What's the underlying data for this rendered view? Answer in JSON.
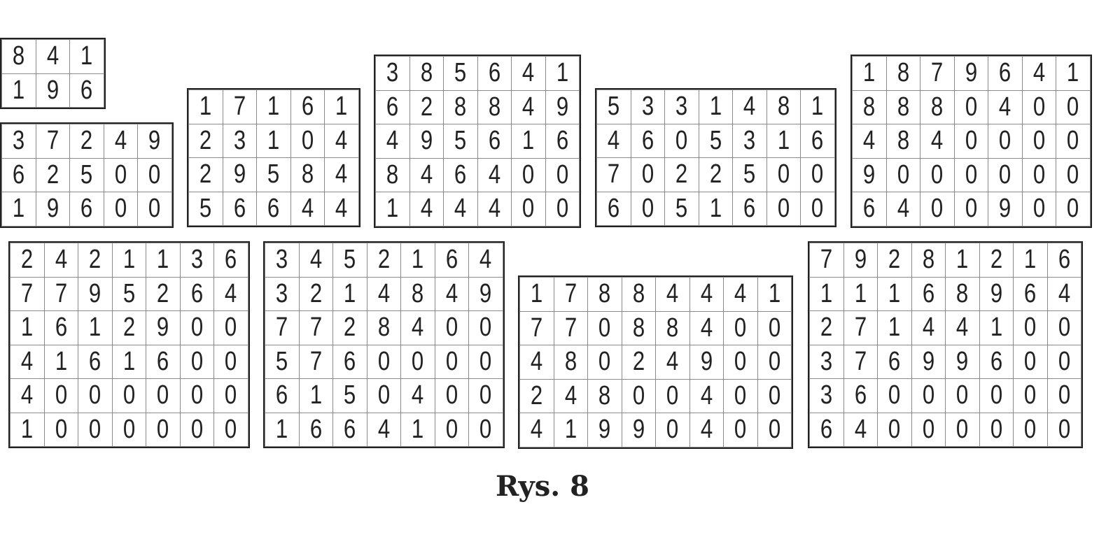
{
  "grids": [
    {
      "rows": [
        [
          8,
          4,
          1
        ],
        [
          1,
          9,
          6
        ]
      ]
    },
    {
      "rows": [
        [
          3,
          7,
          2,
          4,
          9
        ],
        [
          6,
          2,
          5,
          0,
          0
        ],
        [
          1,
          9,
          6,
          0,
          0
        ]
      ]
    },
    {
      "rows": [
        [
          1,
          7,
          1,
          6,
          1
        ],
        [
          2,
          3,
          1,
          0,
          4
        ],
        [
          2,
          9,
          5,
          8,
          4
        ],
        [
          5,
          6,
          6,
          4,
          4
        ]
      ]
    },
    {
      "rows": [
        [
          3,
          8,
          5,
          6,
          4,
          1
        ],
        [
          6,
          2,
          8,
          8,
          4,
          9
        ],
        [
          4,
          9,
          5,
          6,
          1,
          6
        ],
        [
          8,
          4,
          6,
          4,
          0,
          0
        ],
        [
          1,
          4,
          4,
          4,
          0,
          0
        ]
      ]
    },
    {
      "rows": [
        [
          5,
          3,
          3,
          1,
          4,
          8,
          1
        ],
        [
          4,
          6,
          0,
          5,
          3,
          1,
          6
        ],
        [
          7,
          0,
          2,
          2,
          5,
          0,
          0
        ],
        [
          6,
          0,
          5,
          1,
          6,
          0,
          0
        ]
      ]
    },
    {
      "rows": [
        [
          1,
          8,
          7,
          9,
          6,
          4,
          1
        ],
        [
          8,
          8,
          8,
          0,
          4,
          0,
          0
        ],
        [
          4,
          8,
          4,
          0,
          0,
          0,
          0
        ],
        [
          9,
          0,
          0,
          0,
          0,
          0,
          0
        ],
        [
          6,
          4,
          0,
          0,
          9,
          0,
          0
        ]
      ]
    },
    {
      "rows": [
        [
          2,
          4,
          2,
          1,
          1,
          3,
          6
        ],
        [
          7,
          7,
          9,
          5,
          2,
          6,
          4
        ],
        [
          1,
          6,
          1,
          2,
          9,
          0,
          0
        ],
        [
          4,
          1,
          6,
          1,
          6,
          0,
          0
        ],
        [
          4,
          0,
          0,
          0,
          0,
          0,
          0
        ],
        [
          1,
          0,
          0,
          0,
          0,
          0,
          0
        ]
      ]
    },
    {
      "rows": [
        [
          3,
          4,
          5,
          2,
          1,
          6,
          4
        ],
        [
          3,
          2,
          1,
          4,
          8,
          4,
          9
        ],
        [
          7,
          7,
          2,
          8,
          4,
          0,
          0
        ],
        [
          5,
          7,
          6,
          0,
          0,
          0,
          0
        ],
        [
          6,
          1,
          5,
          0,
          4,
          0,
          0
        ],
        [
          1,
          6,
          6,
          4,
          1,
          0,
          0
        ]
      ]
    },
    {
      "rows": [
        [
          1,
          7,
          8,
          8,
          4,
          4,
          4,
          1
        ],
        [
          7,
          7,
          0,
          8,
          8,
          4,
          0,
          0
        ],
        [
          4,
          8,
          0,
          2,
          4,
          9,
          0,
          0
        ],
        [
          2,
          4,
          8,
          0,
          0,
          4,
          0,
          0
        ],
        [
          4,
          1,
          9,
          9,
          0,
          4,
          0,
          0
        ]
      ]
    },
    {
      "rows": [
        [
          7,
          9,
          2,
          8,
          1,
          2,
          1,
          6
        ],
        [
          1,
          1,
          1,
          6,
          8,
          9,
          6,
          4
        ],
        [
          2,
          7,
          1,
          4,
          4,
          1,
          0,
          0
        ],
        [
          3,
          7,
          6,
          9,
          9,
          6,
          0,
          0
        ],
        [
          3,
          6,
          0,
          0,
          0,
          0,
          0,
          0
        ],
        [
          6,
          4,
          0,
          0,
          0,
          0,
          0,
          0
        ]
      ]
    }
  ],
  "caption": "Rys. 8"
}
